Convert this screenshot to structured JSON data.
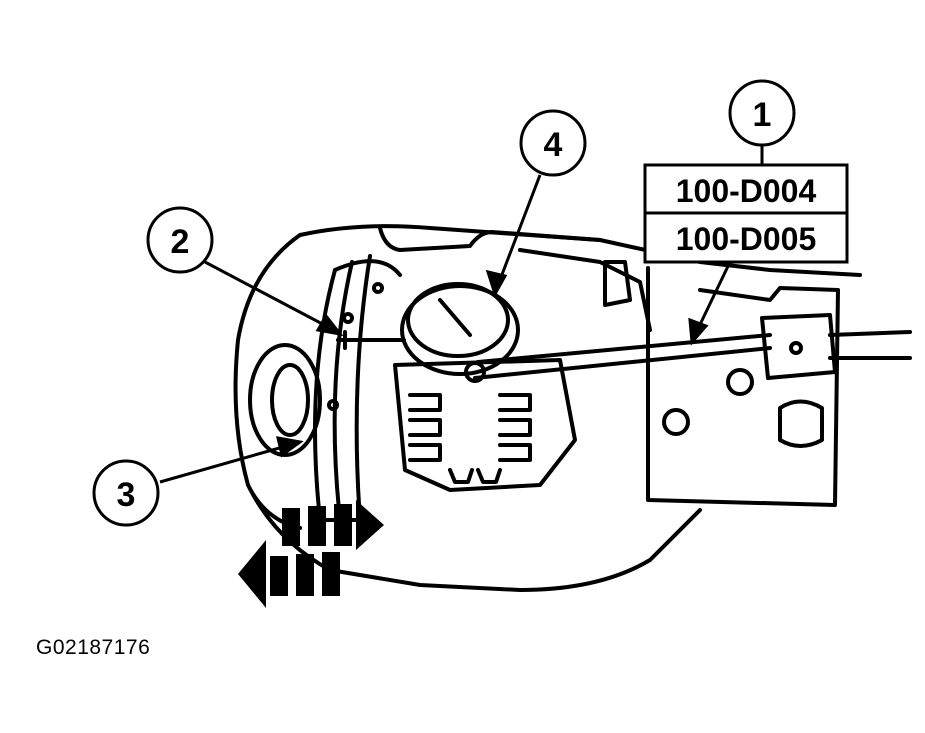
{
  "callouts": [
    {
      "label": "1"
    },
    {
      "label": "2"
    },
    {
      "label": "3"
    },
    {
      "label": "4"
    }
  ],
  "tool_numbers": [
    "100-D004",
    "100-D005"
  ],
  "figure_id": "G02187176"
}
